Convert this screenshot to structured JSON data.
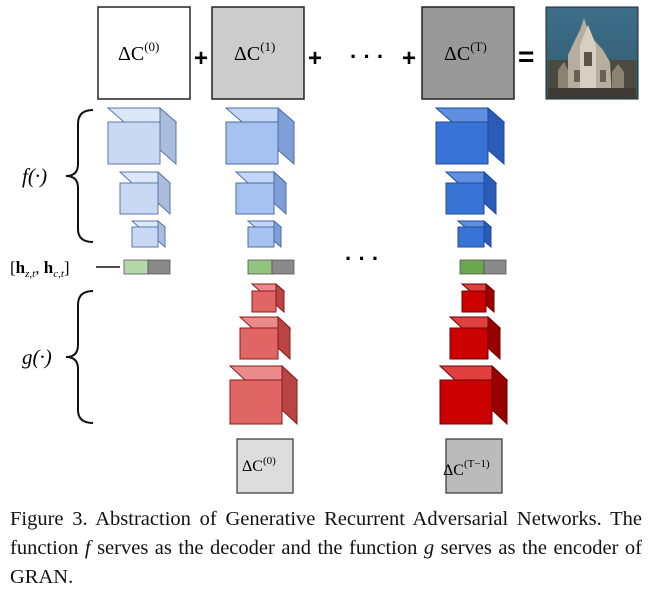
{
  "diagram": {
    "top_row": {
      "box_labels": [
        "ΔC",
        "ΔC",
        "ΔC"
      ],
      "box_superscripts": [
        "(0)",
        "(1)",
        "(T)"
      ],
      "box_colors": [
        "#ffffff",
        "#cccccc",
        "#999999"
      ],
      "plus_symbol": "+",
      "equals_symbol": "=",
      "ellipsis": "· · ·"
    },
    "left_labels": {
      "decoder": "f(·)",
      "hidden_state": "[h_{z,t}, h_{c,t}]",
      "encoder": "g(·)"
    },
    "middle_ellipsis": "· · ·",
    "bottom_row": {
      "box_labels": [
        "ΔC",
        "ΔC"
      ],
      "box_superscripts": [
        "(0)",
        "(T−1)"
      ]
    },
    "colors": {
      "decoder_light": "#c9d9f4",
      "decoder_mid": "#a6c2f0",
      "decoder_dark": "#3a73d6",
      "encoder_light": "#e06666",
      "encoder_dark": "#cc0000",
      "hidden_green": "#93c47d",
      "hidden_gray": "#888888"
    }
  },
  "caption": {
    "prefix": "Figure 3. Abstraction of Generative Recurrent Adversarial Net­works.  The function ",
    "f": "f",
    "middle": " serves as the decoder and the function ",
    "g": "g",
    "suffix": " serves as the encoder of GRAN."
  }
}
